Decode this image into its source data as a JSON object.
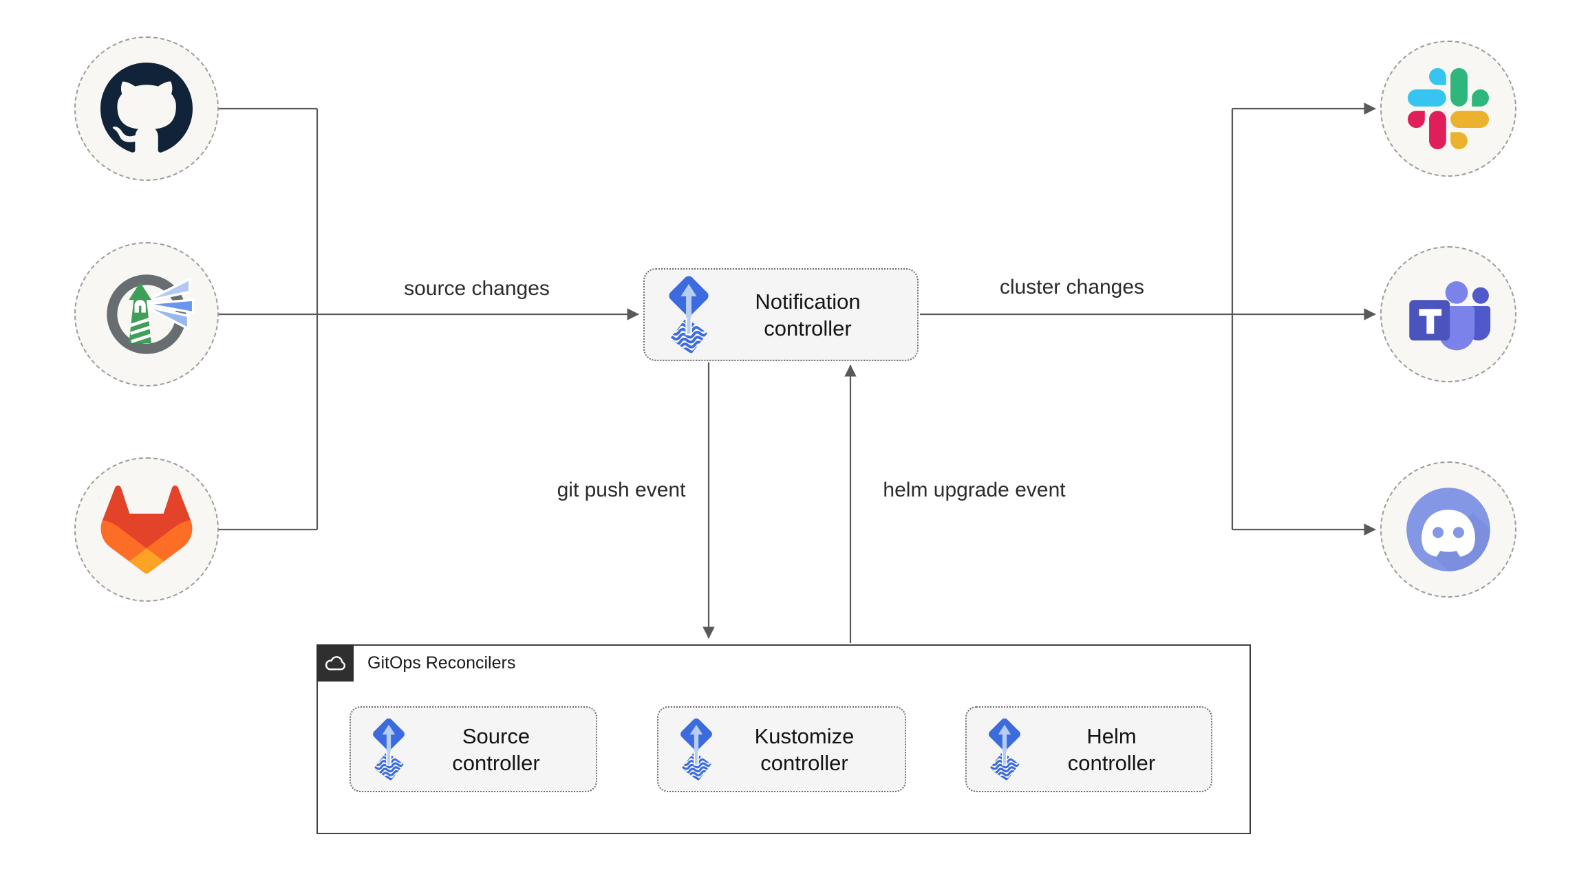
{
  "edges": {
    "source_changes": "source changes",
    "cluster_changes": "cluster changes",
    "git_push_event": "git push event",
    "helm_upgrade_event": "helm upgrade event"
  },
  "group": {
    "title": "GitOps Reconcilers",
    "icon": "cloud-icon"
  },
  "nodes": {
    "notification": {
      "line1": "Notification",
      "line2": "controller",
      "icon": "flux-icon"
    },
    "source": {
      "line1": "Source",
      "line2": "controller",
      "icon": "flux-icon"
    },
    "kustomize": {
      "line1": "Kustomize",
      "line2": "controller",
      "icon": "flux-icon"
    },
    "helm": {
      "line1": "Helm",
      "line2": "controller",
      "icon": "flux-icon"
    }
  },
  "endpoints": {
    "sources": [
      "github",
      "harbor",
      "gitlab"
    ],
    "notifiers": [
      "slack",
      "microsoft-teams",
      "discord"
    ]
  },
  "colors": {
    "canvas_bg": "#ffffff",
    "edge": "#595959",
    "text": "#1f1f1f",
    "node_fill": "#f5f5f5",
    "node_border": "#6e6e6e",
    "endpoint_fill": "#f8f7f4",
    "endpoint_border": "#9c9c9c",
    "group_border": "#404040",
    "group_tab_bg": "#2f2f2f",
    "flux_blue": "#3b6bde",
    "flux_arrow_light": "#b8cdf4",
    "github_dark": "#112338",
    "gitlab_red": "#e24329",
    "gitlab_orange": "#fc6d26",
    "gitlab_yellow": "#fca326",
    "slack_blue": "#36c5f0",
    "slack_green": "#2eb67d",
    "slack_yellow": "#ecb22e",
    "slack_pink": "#e01e5a",
    "teams_dark": "#4b53bc",
    "teams_mid": "#5059c9",
    "teams_light": "#7b83eb",
    "discord_blurple": "#8397e5",
    "harbor_gray": "#686d72",
    "harbor_green": "#3f9e57",
    "harbor_beam_light": "#b3c9f2",
    "harbor_beam_mid": "#6896ec"
  }
}
